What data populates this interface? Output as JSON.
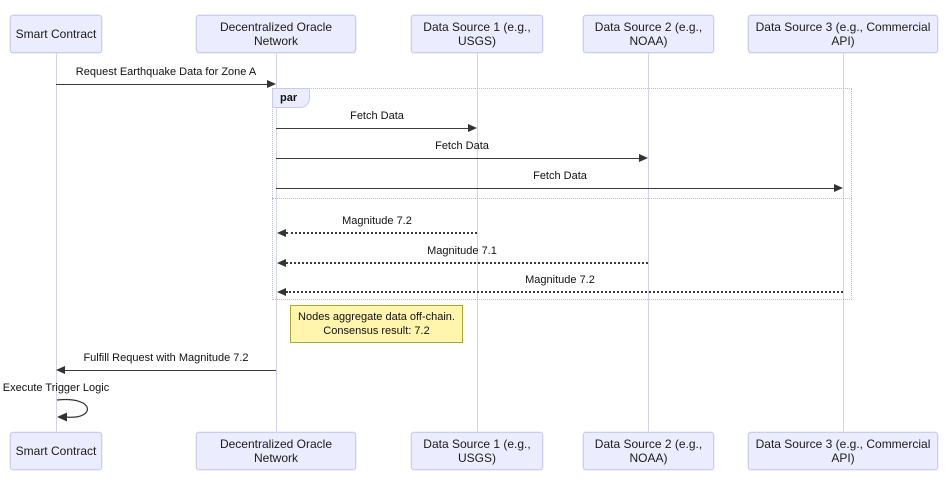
{
  "diagram": {
    "type": "sequence-diagram",
    "participants": [
      {
        "id": "smart-contract",
        "label": "Smart Contract"
      },
      {
        "id": "oracle-network",
        "label": "Decentralized Oracle Network"
      },
      {
        "id": "data-source-1",
        "label": "Data Source 1 (e.g., USGS)"
      },
      {
        "id": "data-source-2",
        "label": "Data Source 2 (e.g., NOAA)"
      },
      {
        "id": "data-source-3",
        "label": "Data Source 3 (e.g., Commercial API)"
      }
    ],
    "par_block": {
      "label": "par"
    },
    "messages": {
      "request": "Request Earthquake Data for Zone A",
      "fetch1": "Fetch Data",
      "fetch2": "Fetch Data",
      "fetch3": "Fetch Data",
      "mag1": "Magnitude 7.2",
      "mag2": "Magnitude 7.1",
      "mag3": "Magnitude 7.2",
      "fulfill": "Fulfill Request with Magnitude 7.2",
      "self_call": "Execute Trigger Logic"
    },
    "note": {
      "line1": "Nodes aggregate data off-chain.",
      "line2": "Consensus result: 7.2"
    },
    "colors": {
      "actor_fill": "#ECECFF",
      "actor_border": "#CCCCEE",
      "lifeline": "#D2D2EE",
      "frame_border": "#B9B9E6",
      "note_fill": "#FFF5AD",
      "note_border": "#AAAA33",
      "arrow": "#333333"
    }
  }
}
